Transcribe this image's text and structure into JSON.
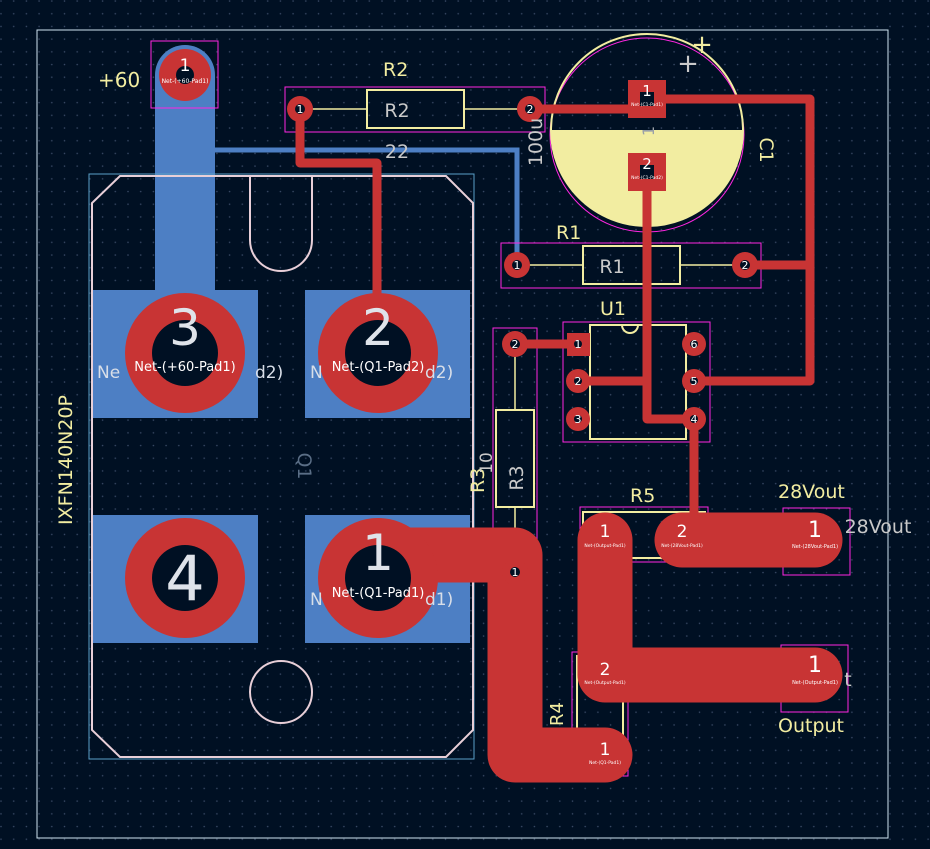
{
  "colors": {
    "background": "#001023",
    "copper_top": "#c83434",
    "copper_bottom": "#4d7fc4",
    "silkscreen": "#f2eda1",
    "courtyard": "#ff26e2",
    "fab": "#afafaf",
    "drill": "#001023"
  },
  "labels": {
    "plus60": "+60",
    "r2_ref": "R2",
    "r2_body": "R2",
    "r2_value": "22",
    "c1_ref": "C1",
    "c1_value": "100u",
    "c1_plus": "+",
    "r1_ref": "R1",
    "r1_body": "R1",
    "u1_ref": "U1",
    "r3_ref": "R3",
    "r3_body": "R3",
    "r3_value": "10",
    "r5_ref": "R5",
    "r4_ref": "R4",
    "q1_ref": "Q1",
    "q1_part": "IXFN140N20P",
    "out28_silk": "28Vout",
    "out28_fab": "28Vout",
    "output_silk": "Output",
    "output_fab": "t"
  },
  "pads": {
    "plus60_num": "1",
    "plus60_net": "Net-(+60-Pad1)",
    "r2_1": "1",
    "r2_2": "2",
    "c1_1": "1",
    "c1_1_net": "Net-(C1-Pad1)",
    "c1_2": "2",
    "c1_2_net": "Net-(C1-Pad2)",
    "r1_1": "1",
    "r1_2": "2",
    "u1_1": "1",
    "u1_2": "2",
    "u1_3": "3",
    "u1_4": "4",
    "u1_5": "5",
    "u1_6": "6",
    "r3_1": "1",
    "r3_2": "2",
    "q1_3": "3",
    "q1_3_net": "Net-(+60-Pad1)",
    "q1_2": "2",
    "q1_2_net": "Net-(Q1-Pad2)",
    "q1_4": "4",
    "q1_1": "1",
    "q1_1_net": "Net-(Q1-Pad1)",
    "q1_ghost_left": "Ne",
    "q1_ghost_right": "d2)",
    "q1_ghost_left2": "N",
    "q1_ghost_right2": "d1)",
    "r5_1": "1",
    "r5_1_net": "Net-(Output-Pad1)",
    "r5_2": "2",
    "r5_2_net": "Net-(28Vout-Pad1)",
    "r4_1": "1",
    "r4_1_net": "Net-(Q1-Pad1)",
    "r4_2": "2",
    "r4_2_net": "Net-(Output-Pad1)",
    "out28_1": "1",
    "out28_net": "Net-(28Vout-Pad1)",
    "output_1": "1",
    "output_net": "Net-(Output-Pad1)"
  }
}
